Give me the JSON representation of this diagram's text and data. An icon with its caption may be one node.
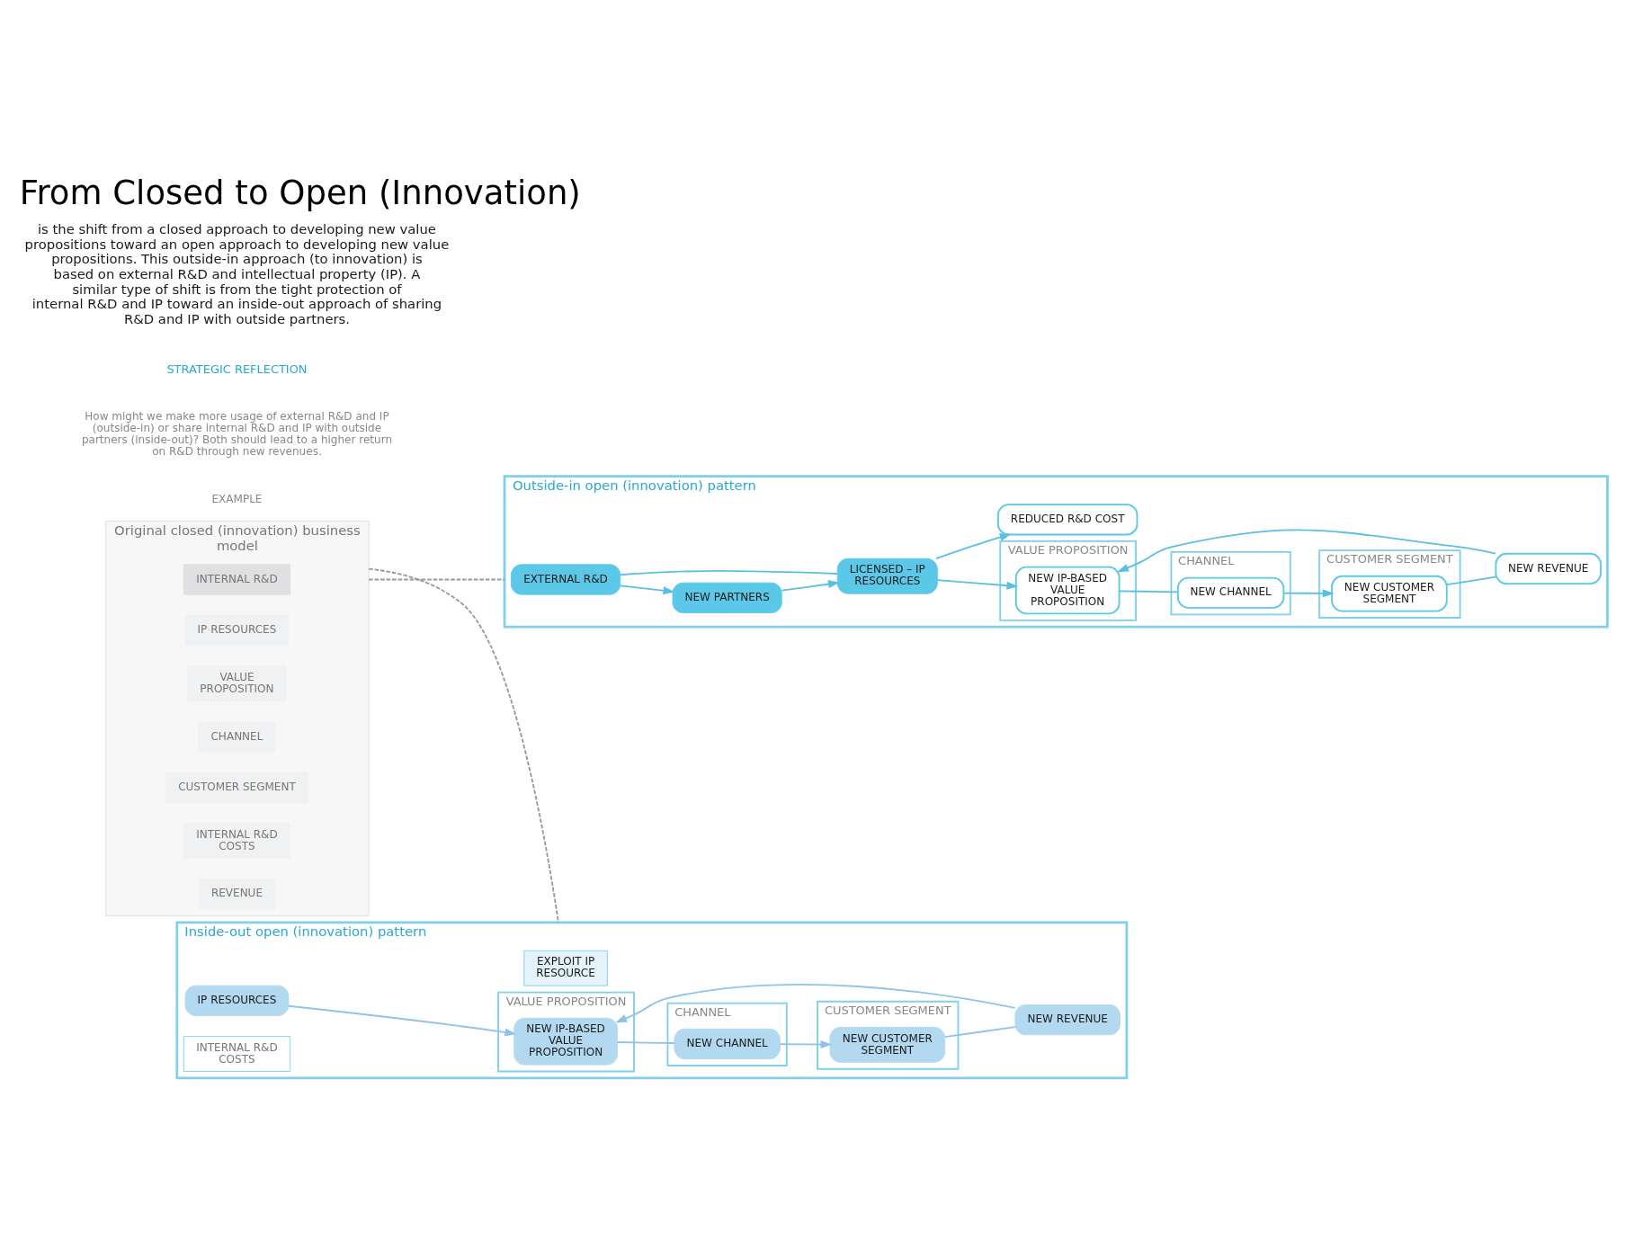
{
  "diagram": {
    "title": "From Closed to Open (Innovation)",
    "nodes": [
      {
        "text": [
          "Outside-in open (innovation) pattern"
        ]
      },
      {
        "text": [
          "VALUE PROPOSITION"
        ],
        "in": 0
      },
      {
        "text": [
          "NEW IP-BASED VALUE PROPOSITION"
        ],
        "in": 1
      },
      {
        "text": [
          "CHANNEL"
        ],
        "in": 0
      },
      {
        "text": [
          "NEW CHANNEL"
        ],
        "in": 3
      },
      {
        "text": [
          "CUSTOMER SEGMENT"
        ],
        "in": 0
      },
      {
        "text": [
          "NEW CUSTOMER SEGMENT"
        ],
        "in": 5
      },
      {
        "text": [
          "EXTERNAL R&D"
        ],
        "in": 0
      },
      {
        "text": [
          "NEW PARTNERS"
        ],
        "in": 0
      },
      {
        "text": [
          "LICENSED – IP RESOURCES"
        ],
        "in": 0
      },
      {
        "text": [
          "REDUCED R&D COST"
        ],
        "in": 0
      },
      {
        "text": [
          "NEW REVENUE"
        ],
        "in": 0
      },
      {
        "text": [
          "Inside-out open (innovation) pattern"
        ]
      },
      {
        "text": [
          "VALUE PROPOSITION"
        ],
        "in": 12
      },
      {
        "text": [
          "NEW IP-BASED VALUE PROPOSITION"
        ],
        "in": 13
      },
      {
        "text": [
          "CHANNEL"
        ],
        "in": 12
      },
      {
        "text": [
          "NEW CHANNEL"
        ],
        "in": 15
      },
      {
        "text": [
          "CUSTOMER SEGMENT"
        ],
        "in": 12
      },
      {
        "text": [
          "NEW CUSTOMER SEGMENT"
        ],
        "in": 17
      },
      {
        "text": [
          "EXPLOIT IP RESOURCE"
        ],
        "in": 12
      },
      {
        "text": [
          "IP RESOURCES"
        ],
        "in": 12
      },
      {
        "text": [
          "INTERNAL R&D COSTS"
        ],
        "in": 12
      },
      {
        "text": [
          "NEW REVENUE"
        ],
        "in": 12
      },
      {
        "text": [
          "Original closed (innovation) business model"
        ]
      },
      {
        "text": [
          "INTERNAL R&D"
        ],
        "in": 23
      },
      {
        "text": [
          "IP RESOURCES"
        ],
        "in": 23
      },
      {
        "text": [
          "VALUE PROPOSITION"
        ],
        "in": 23
      },
      {
        "text": [
          "CHANNEL"
        ],
        "in": 23
      },
      {
        "text": [
          "CUSTOMER SEGMENT"
        ],
        "in": 23
      },
      {
        "text": [
          "INTERNAL R&D COSTS"
        ],
        "in": 23
      },
      {
        "text": [
          "REVENUE"
        ],
        "in": 23
      }
    ],
    "edges": [
      {
        "from": 7,
        "to": 8,
        "arrow": "to"
      },
      {
        "from": 8,
        "to": 9,
        "arrow": "to"
      },
      {
        "from": 7,
        "to": 9,
        "arrow": "none"
      },
      {
        "from": 9,
        "to": 10,
        "arrow": "to"
      },
      {
        "from": 9,
        "to": 2,
        "arrow": "to"
      },
      {
        "from": 2,
        "to": 4,
        "arrow": "none"
      },
      {
        "from": 4,
        "to": 6,
        "arrow": "to"
      },
      {
        "from": 6,
        "to": 11,
        "arrow": "none"
      },
      {
        "from": 11,
        "to": 2,
        "arrow": "to"
      },
      {
        "from": 20,
        "to": 14,
        "arrow": "to",
        "color": "#8fc4e6"
      },
      {
        "from": 14,
        "to": 16,
        "arrow": "none",
        "color": "#8fc4e6"
      },
      {
        "from": 16,
        "to": 18,
        "arrow": "to",
        "color": "#8fc4e6"
      },
      {
        "from": 18,
        "to": 22,
        "arrow": "none",
        "color": "#8fc4e6"
      },
      {
        "from": 22,
        "to": 14,
        "arrow": "to",
        "color": "#8fc4e6"
      },
      {
        "from": 23,
        "to": 0,
        "arrow": "none",
        "style": "dashed",
        "color": "#999999"
      },
      {
        "from": 23,
        "to": 12,
        "arrow": "none",
        "style": "dashed",
        "color": "#999999"
      }
    ],
    "labels": [
      "is the shift from a closed approach to developing new value propositions toward an open approach to developing new value propositions. This outside-in approach (to innovation) is based on external R&D and intellectual property (IP). A similar type of shift is from the tight protection of internal R&D and IP toward an inside-out approach of sharing R&D and IP with outside partners.",
      "STRATEGIC REFLECTION",
      "How might we make more usage of external R&D and IP (outside-in) or share internal R&D and IP with outside partners (inside-out)? Both should lead to a higher return on R&D through new revenues.",
      "EXAMPLE"
    ]
  }
}
